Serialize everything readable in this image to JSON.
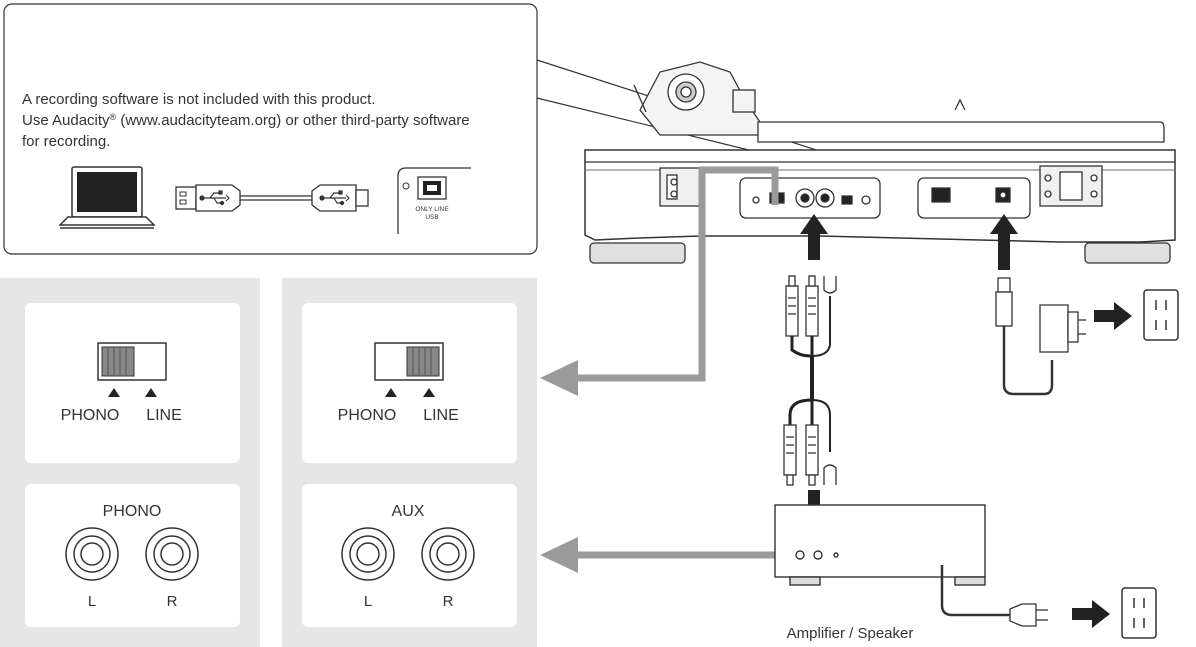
{
  "note": {
    "line1": "A recording software is not included with this product.",
    "line2": "Use Audacity",
    "reg": "®",
    "line2b": " (www.audacityteam.org) or other third-party software",
    "line3": "for recording."
  },
  "usb_port_label": [
    "ONLY LINE",
    "USB"
  ],
  "switch_panels": [
    {
      "left_label": "PHONO",
      "right_label": "LINE",
      "position": "PHONO"
    },
    {
      "left_label": "PHONO",
      "right_label": "LINE",
      "position": "LINE"
    }
  ],
  "input_panels": [
    {
      "title": "PHONO",
      "left": "L",
      "right": "R"
    },
    {
      "title": "AUX",
      "left": "L",
      "right": "R"
    }
  ],
  "amplifier_label": "Amplifier / Speaker",
  "icons": [
    "laptop-icon",
    "usb-plug-icon",
    "usb-symbol-icon",
    "power-outlet-icon",
    "ac-adapter-icon",
    "power-plug-icon",
    "rca-cable-icon",
    "turntable-icon"
  ],
  "colors": {
    "panel_bg": "#e6e6e6",
    "card_bg": "#ffffff",
    "gray_arrow": "#9a9a9a",
    "black_arrow": "#222222",
    "line": "#333333"
  }
}
